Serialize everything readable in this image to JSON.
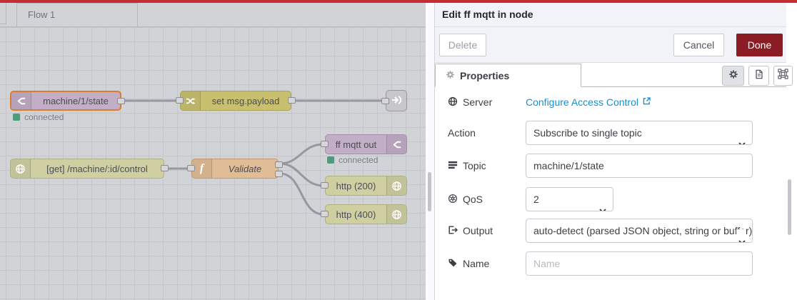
{
  "colors": {
    "top_accent": "#c62d32",
    "done_button": "#8c1c24",
    "link_blue": "#1292d4",
    "status_green": "#4f9c7d",
    "selected_node_border": "#da7e2e",
    "node_purple": "#c2aec7",
    "node_yellow": "#c8c06f",
    "node_olive": "#cfcfa2",
    "node_orange": "#e0bd95",
    "node_gray": "#c7c7cb"
  },
  "workspace": {
    "tab_label": "Flow 1",
    "nodes": [
      {
        "label": "machine/1/state",
        "icon": "mqtt-bridge-icon",
        "status": "connected",
        "selected": true
      },
      {
        "label": "set msg.payload",
        "icon": "shuffle-icon"
      },
      {
        "label": "",
        "icon": "link-out-icon"
      },
      {
        "label": "[get] /machine/:id/control",
        "icon": "globe-icon"
      },
      {
        "label": "Validate",
        "icon": "function-icon"
      },
      {
        "label": "ff mqtt out",
        "icon": "mqtt-bridge-icon",
        "status": "connected"
      },
      {
        "label": "http (200)",
        "icon": "globe-icon"
      },
      {
        "label": "http (400)",
        "icon": "globe-icon"
      }
    ]
  },
  "editor": {
    "title": "Edit ff mqtt in node",
    "delete_label": "Delete",
    "cancel_label": "Cancel",
    "done_label": "Done",
    "tab_label": "Properties",
    "header_icons": [
      "gear-icon",
      "file-icon",
      "appearance-icon"
    ],
    "fields": {
      "server": {
        "icon": "globe-icon",
        "label": "Server",
        "link": "Configure Access Control",
        "link_icon": "external-link-icon"
      },
      "action": {
        "label": "Action",
        "value": "Subscribe to single topic"
      },
      "topic": {
        "icon": "tasks-icon",
        "label": "Topic",
        "value": "machine/1/state"
      },
      "qos": {
        "icon": "qos-icon",
        "label": "QoS",
        "value": "2"
      },
      "output": {
        "icon": "sign-out-icon",
        "label": "Output",
        "value": "auto-detect (parsed JSON object, string or buffer)"
      },
      "name": {
        "icon": "tag-icon",
        "label": "Name",
        "placeholder": "Name"
      }
    }
  }
}
